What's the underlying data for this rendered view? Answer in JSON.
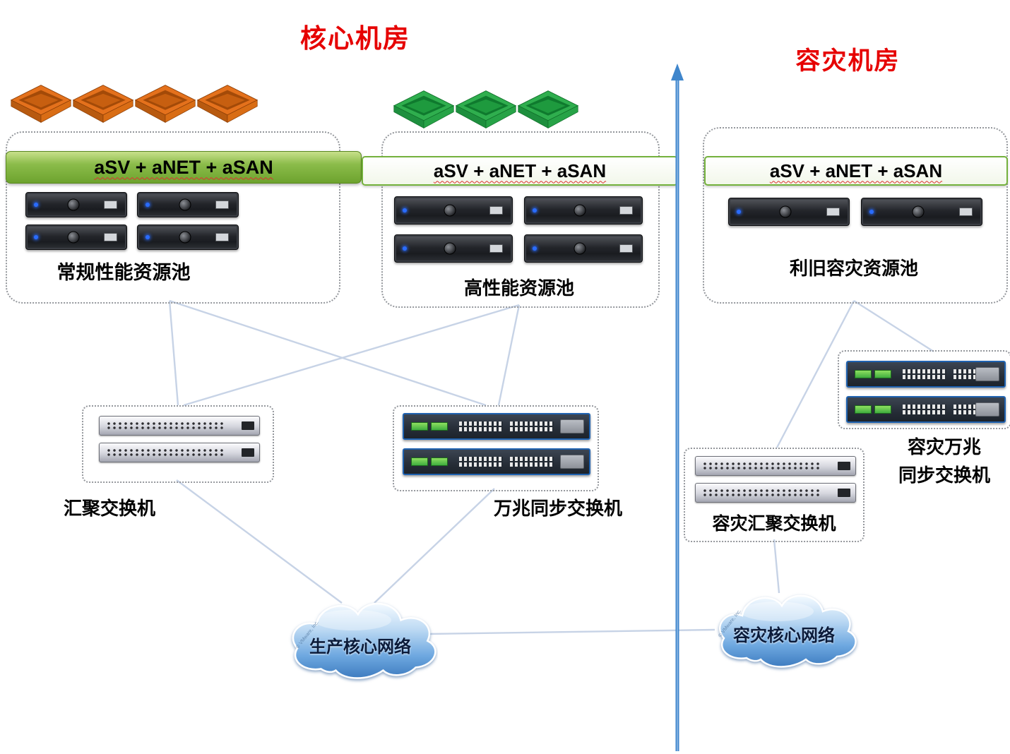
{
  "titles": {
    "core_room": "核心机房",
    "dr_room": "容灾机房"
  },
  "pools": {
    "regular": {
      "banner": "aSV + aNET + aSAN",
      "label": "常规性能资源池",
      "server_count": 4
    },
    "high_perf": {
      "banner": "aSV + aNET + aSAN",
      "label": "高性能资源池",
      "server_count": 4
    },
    "dr_reuse": {
      "banner": "aSV + aNET + aSAN",
      "label": "利旧容灾资源池",
      "server_count": 2
    }
  },
  "cubes": {
    "orange_count": 4,
    "green_count": 3
  },
  "switch_groups": {
    "aggregation": {
      "label": "汇聚交换机",
      "unit_count": 2
    },
    "sync_10g": {
      "label": "万兆同步交换机",
      "unit_count": 2
    },
    "dr_sync_10g": {
      "label_line1": "容灾万兆",
      "label_line2": "同步交换机",
      "unit_count": 2
    },
    "dr_aggregation": {
      "label": "容灾汇聚交换机",
      "unit_count": 2
    }
  },
  "clouds": {
    "production": {
      "label": "生产核心网络",
      "watermark": "© VMware, Inc."
    },
    "dr": {
      "label": "容灾核心网络",
      "watermark": "© VMware, Inc."
    }
  },
  "colors": {
    "title_red": "#e60000",
    "banner_green": "#74b13c",
    "connection_line": "#c7d3e6",
    "divider_blue": "#3f86cc"
  }
}
